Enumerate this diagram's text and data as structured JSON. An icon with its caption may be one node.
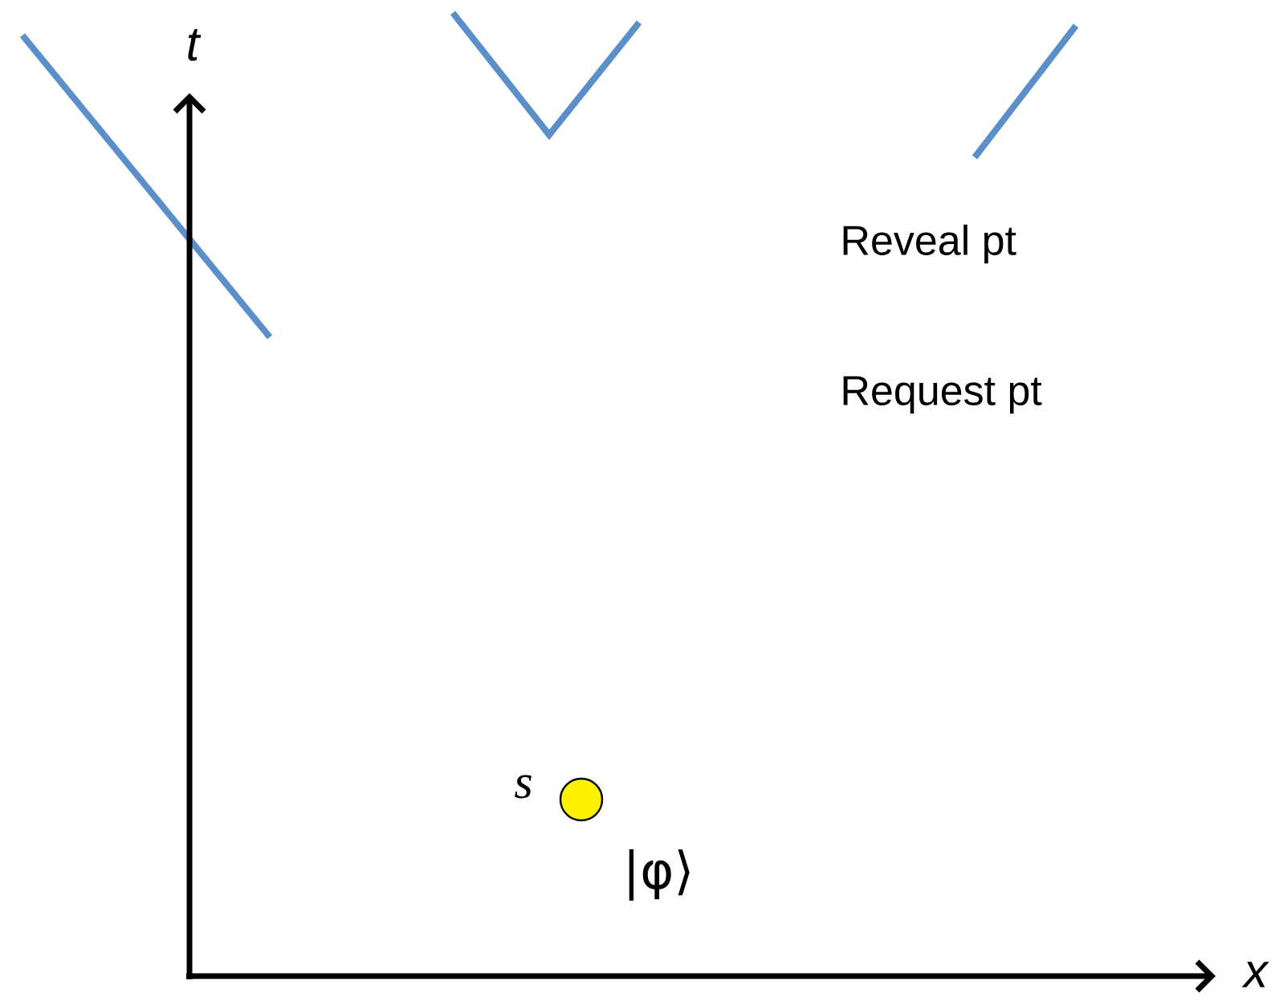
{
  "diagram": {
    "labels": [
      "t",
      "x",
      "Reveal pt",
      "Request pt",
      "s",
      "|φ⟩"
    ]
  }
}
